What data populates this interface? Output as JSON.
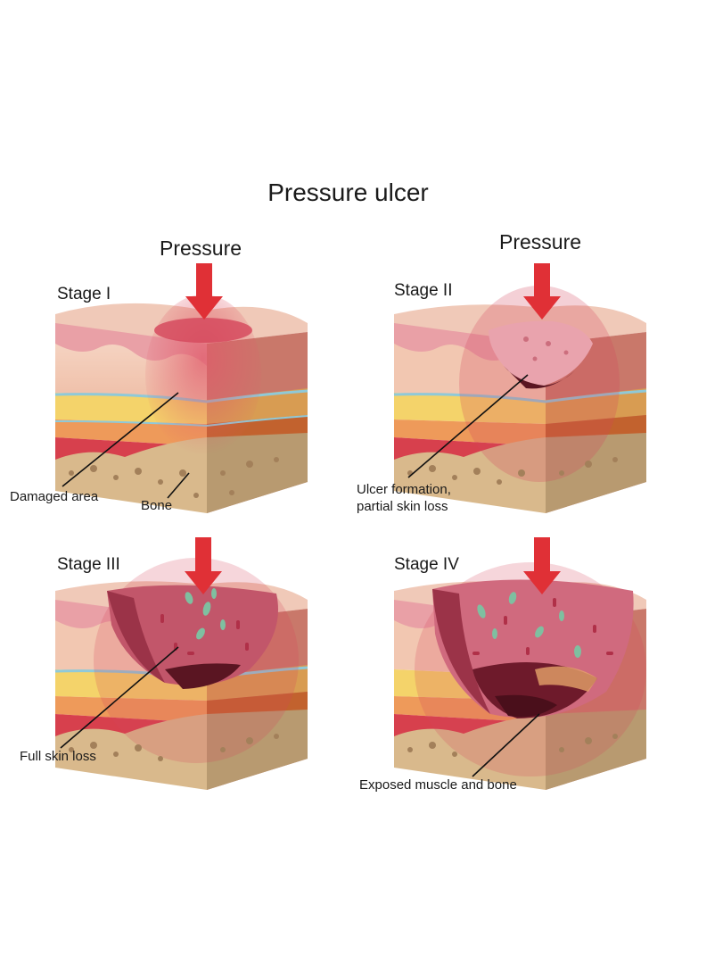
{
  "diagram": {
    "title": "Pressure ulcer",
    "pressure_label_1": "Pressure",
    "pressure_label_2": "Pressure",
    "stages": [
      {
        "label": "Stage I",
        "notes": [
          "Damaged area",
          "Bone"
        ]
      },
      {
        "label": "Stage II",
        "notes": [
          "Ulcer formation,",
          "partial skin loss"
        ]
      },
      {
        "label": "Stage III",
        "notes": [
          "Full skin loss"
        ]
      },
      {
        "label": "Stage IV",
        "notes": [
          "Exposed muscle and bone"
        ]
      }
    ],
    "colors": {
      "arrow": "#e03036",
      "epidermis": "#e9a0a6",
      "dermis": "#f2c7b1",
      "fat_yellow": "#f4d36a",
      "fat_orange": "#ee9a5a",
      "muscle": "#d7404d",
      "bone": "#d9b98c",
      "wound": "#b8485a",
      "wound_deep": "#5a1522",
      "nerve": "#8fc9d8"
    }
  }
}
